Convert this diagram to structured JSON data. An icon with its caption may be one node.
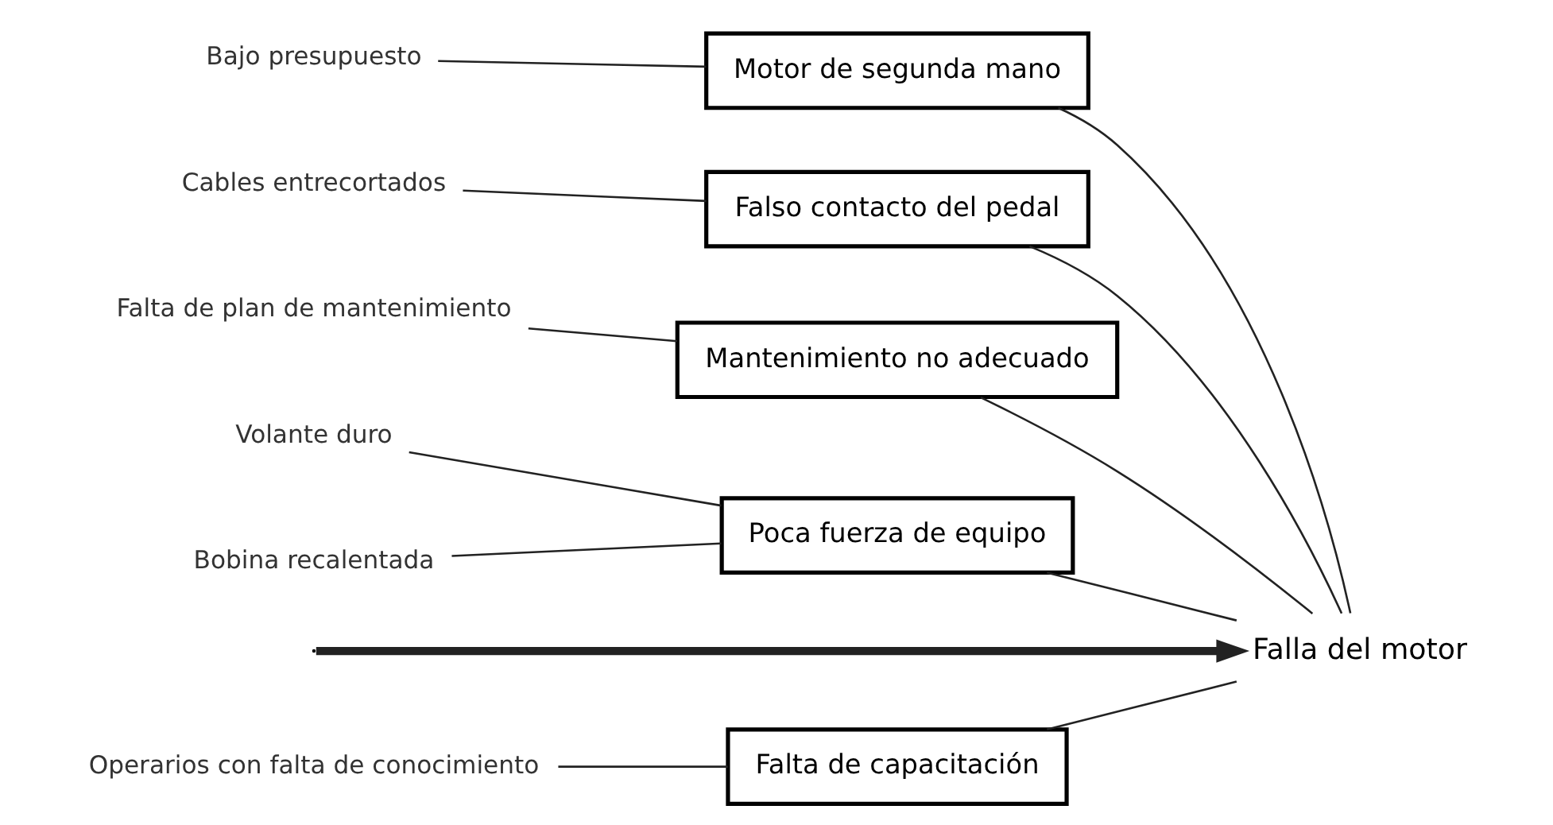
{
  "diagram": {
    "nodes": [
      {
        "text": [
          "Falta de capacitación"
        ]
      },
      {
        "text": [
          "Motor de segunda mano"
        ]
      },
      {
        "text": [
          "Operarios con falta de conocimiento"
        ]
      },
      {
        "text": [
          "Bajo presupuesto"
        ]
      },
      {
        "text": [
          "Falla del motor"
        ]
      },
      {
        "text": [
          "Volante duro"
        ]
      },
      {
        "text": [
          "Cables entrecortados"
        ]
      },
      {
        "text": [
          "Falta de plan de mantenimiento"
        ]
      },
      {
        "text": [
          "Bobina recalentada"
        ]
      },
      {
        "text": [
          "Falso contacto del pedal"
        ]
      },
      {
        "text": [
          "Mantenimiento no adecuado"
        ]
      },
      {
        "text": [
          "Poca fuerza de equipo"
        ]
      }
    ],
    "edges": [
      {
        "from": null,
        "to": 4,
        "arrow": "to",
        "style": "thick"
      },
      {
        "from": 2,
        "to": 0,
        "arrow": "none"
      },
      {
        "from": 3,
        "to": 1,
        "arrow": "none"
      },
      {
        "from": 0,
        "to": 4,
        "arrow": "none"
      },
      {
        "from": 1,
        "to": 4,
        "arrow": "none"
      },
      {
        "from": 9,
        "to": 4,
        "arrow": "none"
      },
      {
        "from": 10,
        "to": 4,
        "arrow": "none"
      },
      {
        "from": 11,
        "to": 4,
        "arrow": "none"
      },
      {
        "from": 6,
        "to": 9,
        "arrow": "none"
      },
      {
        "from": 7,
        "to": 10,
        "arrow": "none"
      },
      {
        "from": 5,
        "to": 11,
        "arrow": "none"
      },
      {
        "from": 8,
        "to": 11,
        "arrow": "none"
      }
    ]
  }
}
